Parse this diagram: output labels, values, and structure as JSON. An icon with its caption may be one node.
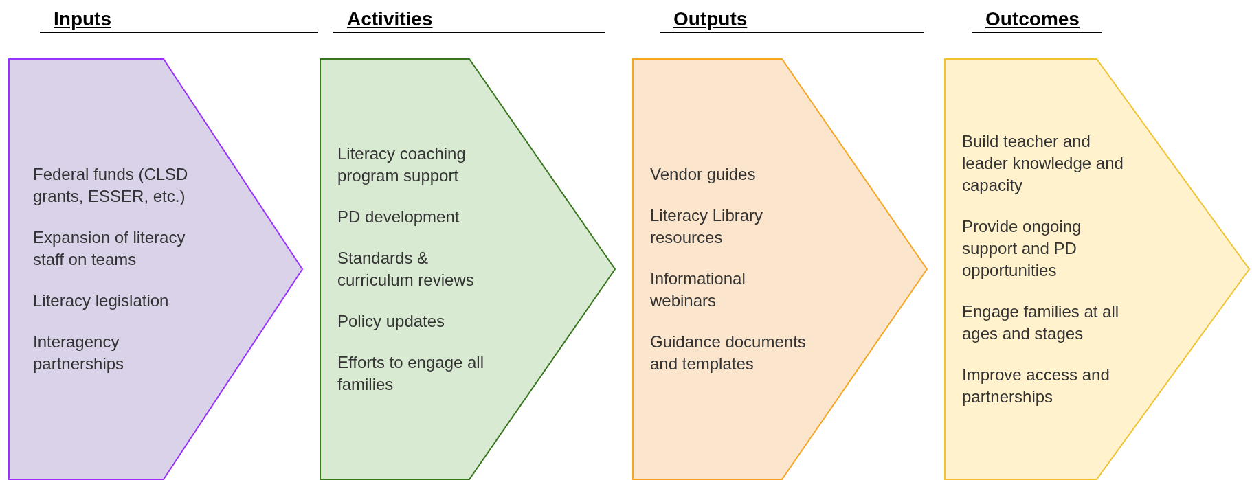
{
  "diagram": {
    "nodes": [
      {
        "text": [
          "Inputs",
          "Federal funds (CLSD grants, ESSER, etc.)",
          "Expansion of literacy staff on teams",
          "Literacy legislation",
          "Interagency partnerships"
        ]
      },
      {
        "text": [
          "Activities",
          "Literacy coaching program support",
          "PD development",
          "Standards & curriculum reviews",
          "Policy updates",
          "Efforts to engage all families"
        ]
      },
      {
        "text": [
          "Outputs",
          "Vendor guides",
          "Literacy Library resources",
          "Informational webinars",
          "Guidance documents and templates"
        ]
      },
      {
        "text": [
          "Outcomes",
          "Build teacher and leader knowledge and capacity",
          "Provide ongoing support and PD opportunities",
          "Engage families at all ages and stages",
          "Improve access and partnerships"
        ]
      }
    ],
    "edges": []
  }
}
